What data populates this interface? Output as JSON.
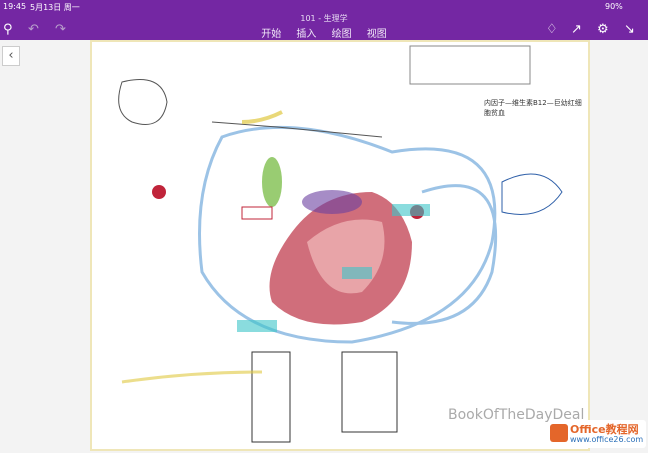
{
  "status": {
    "time": "19:45",
    "date": "5月13日 周一",
    "battery": "90%"
  },
  "header": {
    "title": "101 - 生理学",
    "tabs": [
      "开始",
      "插入",
      "绘图",
      "视图"
    ]
  },
  "icons": {
    "search": "search-icon",
    "undo": "undo-icon",
    "redo": "redo-icon",
    "bell": "bell-icon",
    "share": "share-icon",
    "settings": "gear-icon",
    "fullscreen": "collapse-icon",
    "back": "chevron-left-icon"
  },
  "page": {
    "caption": "内因子—维生素B12—巨幼红细胞贫血",
    "watermark": "BookOfTheDayDeal"
  },
  "logo": {
    "name": "Office教程网",
    "url": "www.office26.com"
  },
  "colors": {
    "accent": "#7427a3"
  }
}
